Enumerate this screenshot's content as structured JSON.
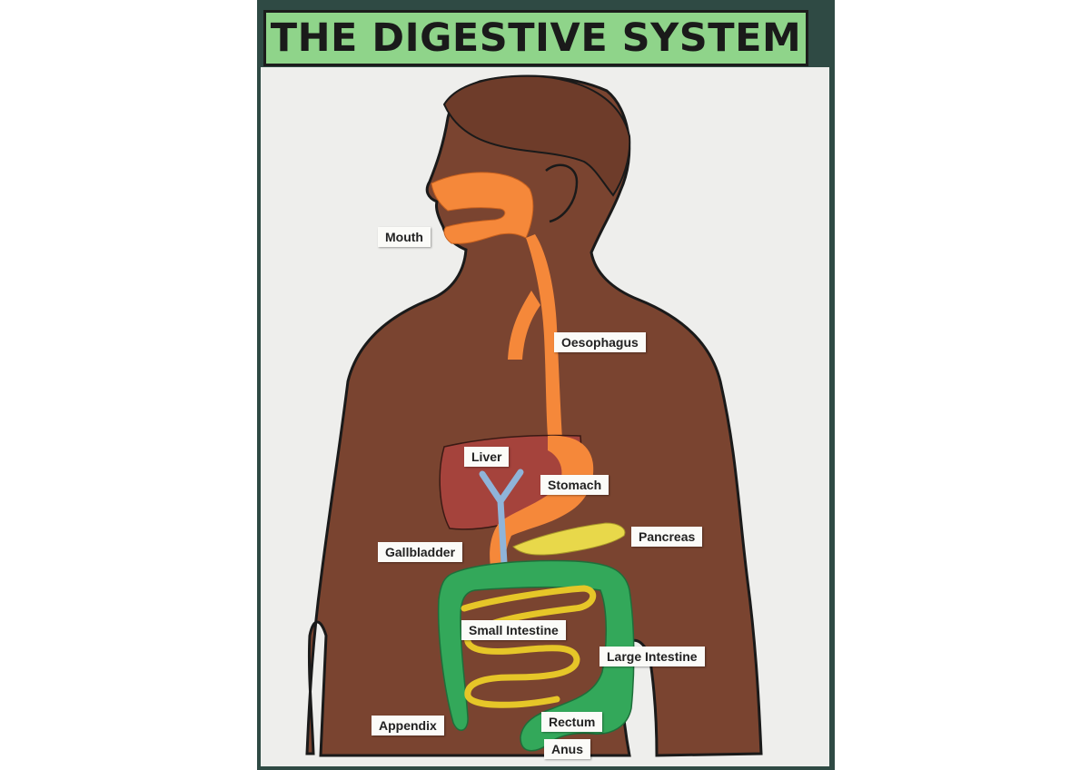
{
  "title": "THE DIGESTIVE SYSTEM",
  "labels": {
    "mouth": "Mouth",
    "oesophagus": "Oesophagus",
    "liver": "Liver",
    "stomach": "Stomach",
    "pancreas": "Pancreas",
    "gallbladder": "Gallbladder",
    "small_intestine": "Small Intestine",
    "large_intestine": "Large Intestine",
    "appendix": "Appendix",
    "rectum": "Rectum",
    "anus": "Anus"
  },
  "colors": {
    "banner": "#8fd48a",
    "body": "#7a4430",
    "digestive_tract": "#f5883a",
    "liver": "#a5433c",
    "gallbladder_ducts": "#8fb4d9",
    "pancreas": "#e8d84a",
    "large_intestine": "#33a85a",
    "small_intestine": "#e6c628"
  }
}
